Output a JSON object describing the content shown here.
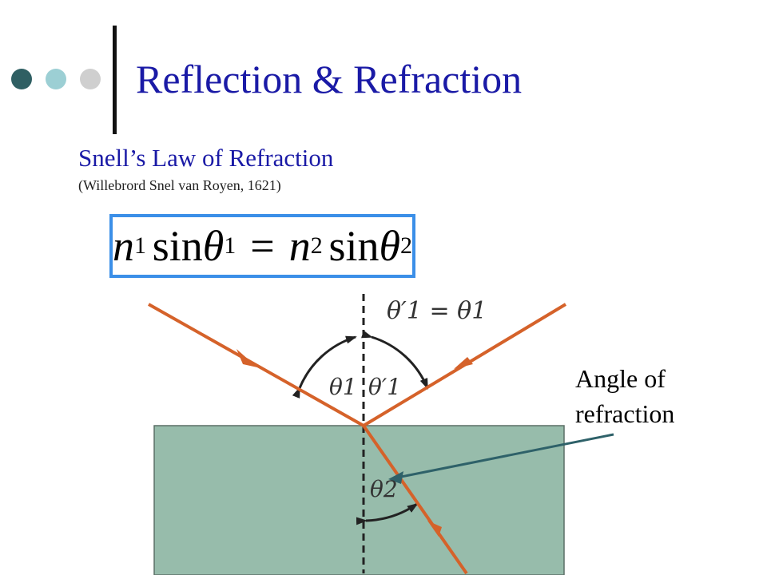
{
  "slide": {
    "title": "Reflection & Refraction",
    "subtitle": "Snell’s Law of Refraction",
    "attribution": "(Willebrord Snel van Royen, 1621)"
  },
  "formula": {
    "n1": "n",
    "n1_sub": "1",
    "sin1": "sin",
    "theta1": "θ",
    "theta1_sub": "1",
    "equals": "=",
    "n2": "n",
    "n2_sub": "2",
    "sin2": "sin",
    "theta2": "θ",
    "theta2_sub": "2"
  },
  "diagram": {
    "reflection_law": "θ′1 = θ1",
    "label_theta1": "θ1",
    "label_theta1_prime": "θ′1",
    "label_theta2": "θ2"
  },
  "callout": {
    "line1": "Angle of",
    "line2": "refraction"
  },
  "colors": {
    "title": "#1a1aa6",
    "subtitle": "#1a1aa6",
    "dot1": "#2f5f63",
    "dot2": "#9ccfd4",
    "dot3": "#cfcfcf",
    "formula_border": "#3b8fe8",
    "ray": "#d5622a",
    "medium": "#97bcab",
    "arrow": "#2e6169",
    "normal": "#222222"
  }
}
